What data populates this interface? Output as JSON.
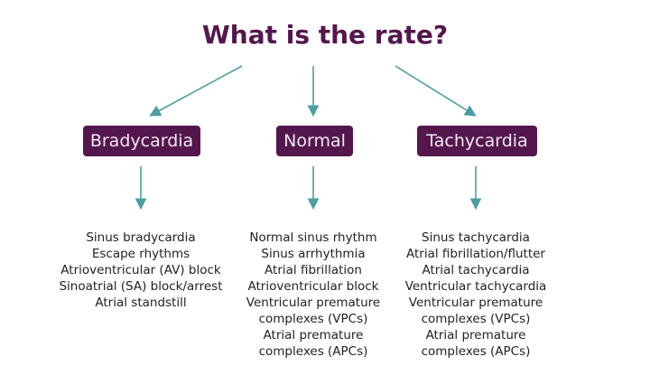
{
  "title": "What is the rate?",
  "colors": {
    "primary": "#54174d",
    "arrow": "#4a9ea3"
  },
  "categories": [
    {
      "label": "Bradycardia",
      "items": [
        "Sinus bradycardia",
        "Escape rhythms",
        "Atrioventricular (AV) block",
        "Sinoatrial (SA) block/arrest",
        "Atrial standstill"
      ]
    },
    {
      "label": "Normal",
      "items": [
        "Normal sinus rhythm",
        "Sinus arrhythmia",
        "Atrial fibrillation",
        "Atrioventricular block",
        "Ventricular premature",
        "complexes (VPCs)",
        "Atrial premature",
        "complexes (APCs)"
      ]
    },
    {
      "label": "Tachycardia",
      "items": [
        "Sinus tachycardia",
        "Atrial fibrillation/flutter",
        "Atrial tachycardia",
        "Ventricular tachycardia",
        "Ventricular premature",
        "complexes (VPCs)",
        "Atrial premature",
        "complexes (APCs)"
      ]
    }
  ]
}
